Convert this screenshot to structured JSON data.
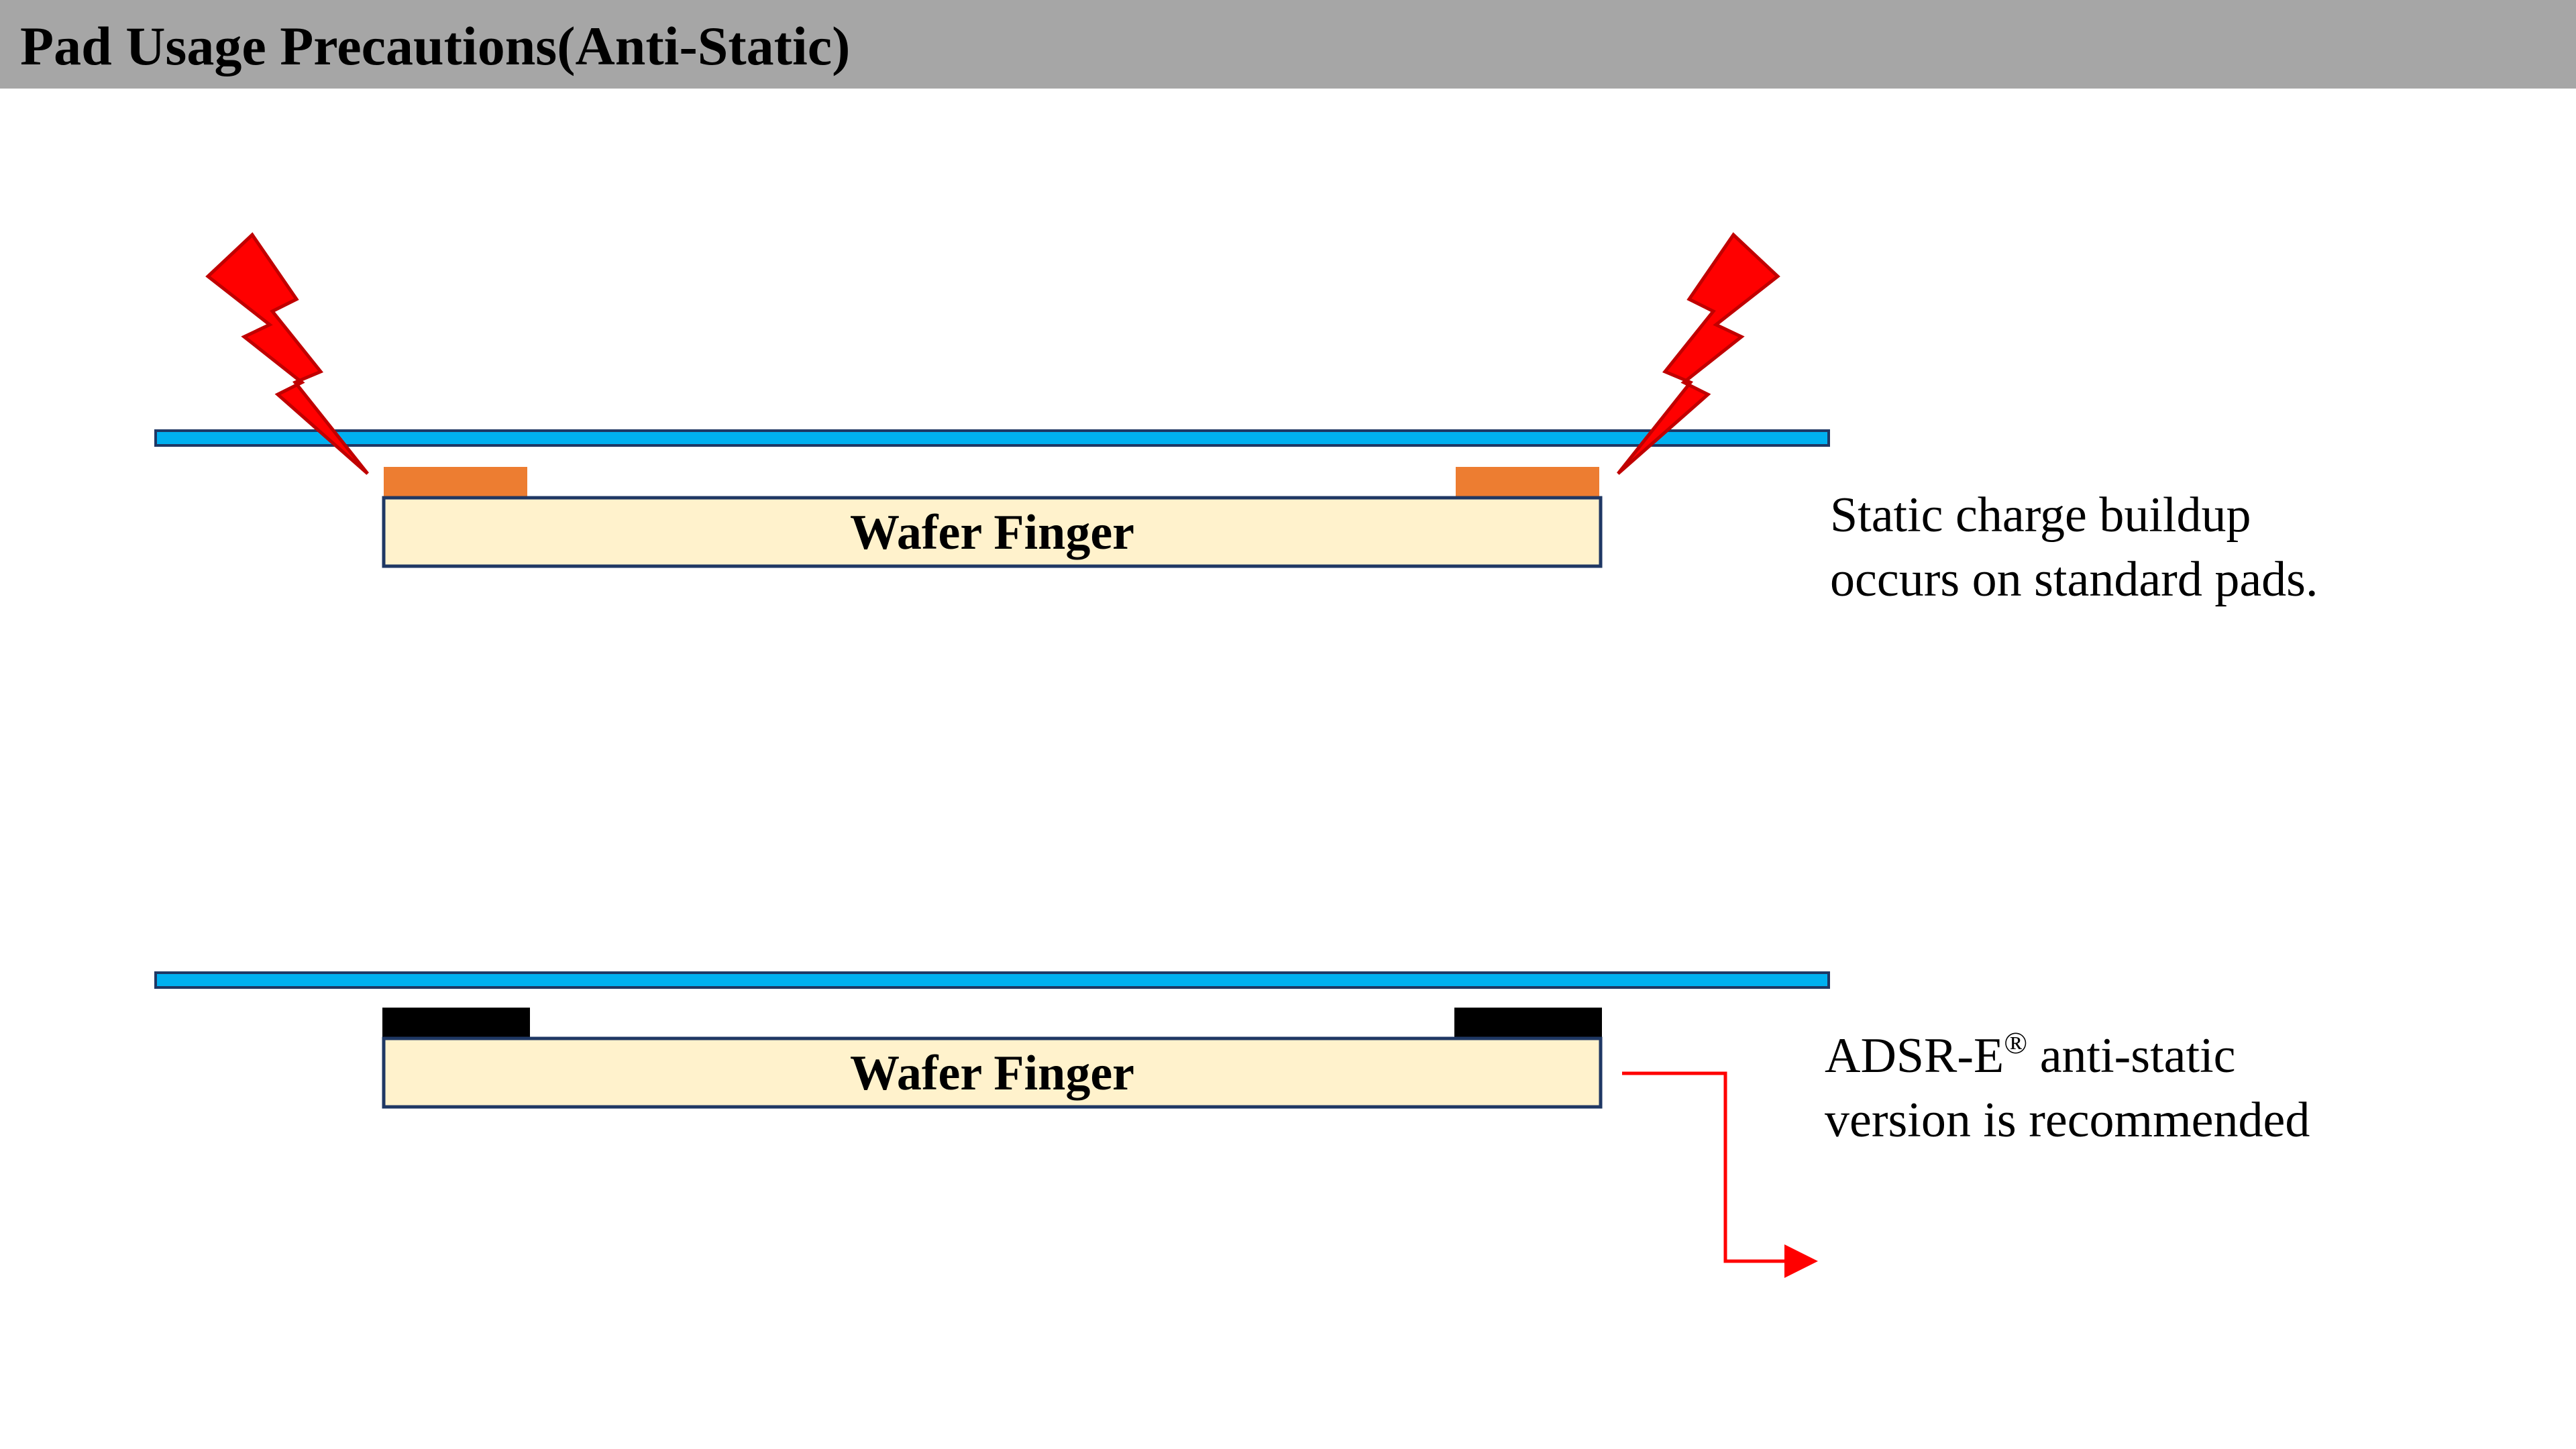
{
  "title": "Pad Usage Precautions(Anti-Static)",
  "top_diagram": {
    "wafer_label": "Wafer Finger",
    "note_line1": "Static charge buildup",
    "note_line2": "occurs on standard pads."
  },
  "bottom_diagram": {
    "wafer_label": "Wafer Finger",
    "note_brand": "ADSR-E",
    "note_mark": "®",
    "note_line1_rest": " anti-static",
    "note_line2": "version is recommended"
  },
  "colors": {
    "title_bar": "#a6a6a6",
    "glass_bar": "#00b0f0",
    "glass_border": "#1f3864",
    "wafer_fill": "#fff2cc",
    "wafer_border": "#1f3864",
    "standard_pad": "#ed7d31",
    "anti_static_pad": "#000000",
    "lightning": "#ff0000",
    "arrow": "#ff0000"
  },
  "icons": {
    "discharge": "lightning-bolt-icon",
    "pointer": "elbow-arrow-icon"
  }
}
